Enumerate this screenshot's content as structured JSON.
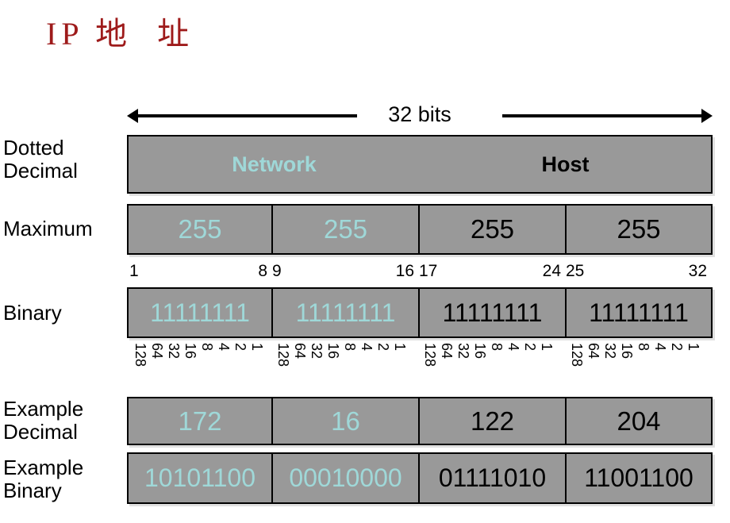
{
  "title": "IP 地  址",
  "width_indicator": {
    "label": "32 bits",
    "arrow_left_icon": "arrow-left-icon",
    "arrow_right_icon": "arrow-right-icon"
  },
  "colors": {
    "title": "#9e1b1b",
    "cell_fill": "#999999",
    "network_text": "#9fd8d8",
    "host_text": "#000000",
    "border": "#000000"
  },
  "rows": {
    "dotted_decimal": {
      "label": "Dotted\nDecimal",
      "segments": [
        {
          "text": "Network",
          "color": "cyan"
        },
        {
          "text": "Host",
          "color": "black"
        }
      ]
    },
    "maximum": {
      "label": "Maximum",
      "octets": [
        {
          "value": "255",
          "color": "cyan"
        },
        {
          "value": "255",
          "color": "cyan"
        },
        {
          "value": "255",
          "color": "black"
        },
        {
          "value": "255",
          "color": "black"
        }
      ]
    },
    "bit_numbers": [
      {
        "start": "1",
        "end": "8"
      },
      {
        "start": "9",
        "end": "16"
      },
      {
        "start": "17",
        "end": "24"
      },
      {
        "start": "25",
        "end": "32"
      }
    ],
    "binary": {
      "label": "Binary",
      "octets": [
        {
          "value": "11111111",
          "color": "cyan"
        },
        {
          "value": "11111111",
          "color": "cyan"
        },
        {
          "value": "11111111",
          "color": "black"
        },
        {
          "value": "11111111",
          "color": "black"
        }
      ]
    },
    "place_values": {
      "weights": [
        "128",
        "64",
        "32",
        "16",
        "8",
        "4",
        "2",
        "1"
      ],
      "groups": 4
    },
    "example_decimal": {
      "label": "Example\nDecimal",
      "octets": [
        {
          "value": "172",
          "color": "cyan"
        },
        {
          "value": "16",
          "color": "cyan"
        },
        {
          "value": "122",
          "color": "black"
        },
        {
          "value": "204",
          "color": "black"
        }
      ]
    },
    "example_binary": {
      "label": "Example\nBinary",
      "octets": [
        {
          "value": "10101100",
          "color": "cyan"
        },
        {
          "value": "00010000",
          "color": "cyan"
        },
        {
          "value": "01111010",
          "color": "black"
        },
        {
          "value": "11001100",
          "color": "black"
        }
      ]
    }
  }
}
